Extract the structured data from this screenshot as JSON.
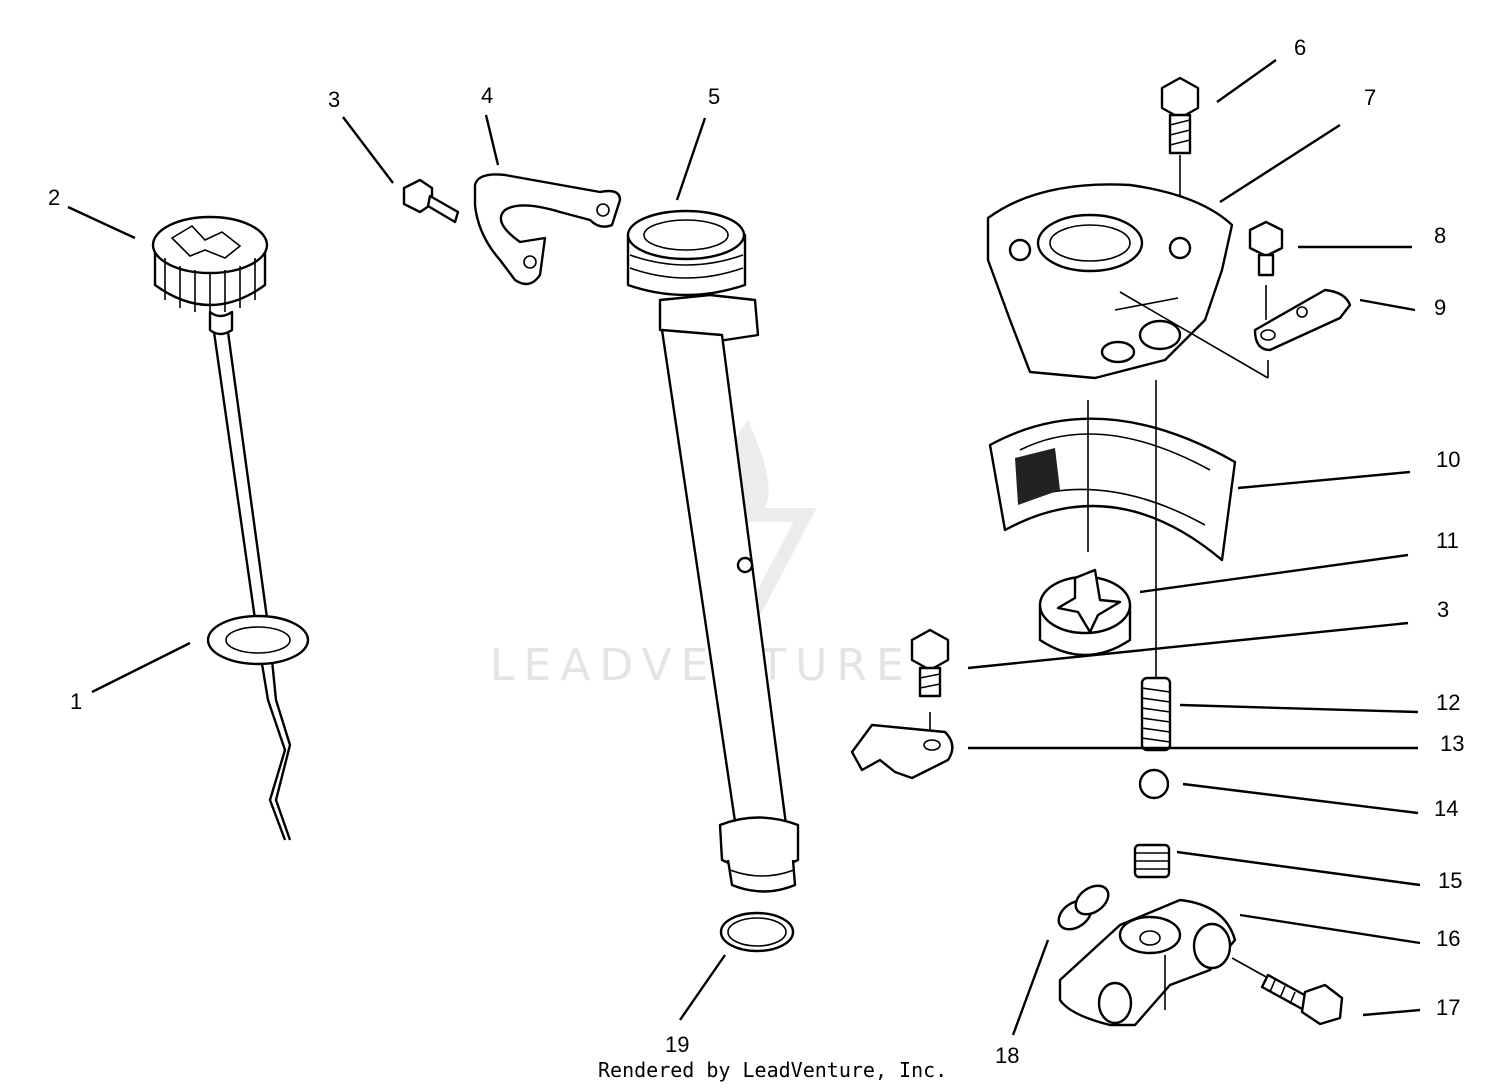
{
  "footer": "Rendered by LeadVenture, Inc.",
  "watermark": "LEADVENTURE",
  "callouts": {
    "c1": "1",
    "c2": "2",
    "c3a": "3",
    "c4": "4",
    "c5": "5",
    "c6": "6",
    "c7": "7",
    "c8": "8",
    "c9": "9",
    "c10": "10",
    "c11": "11",
    "c3b": "3",
    "c12": "12",
    "c13": "13",
    "c14": "14",
    "c15": "15",
    "c16": "16",
    "c17": "17",
    "c18": "18",
    "c19": "19"
  }
}
